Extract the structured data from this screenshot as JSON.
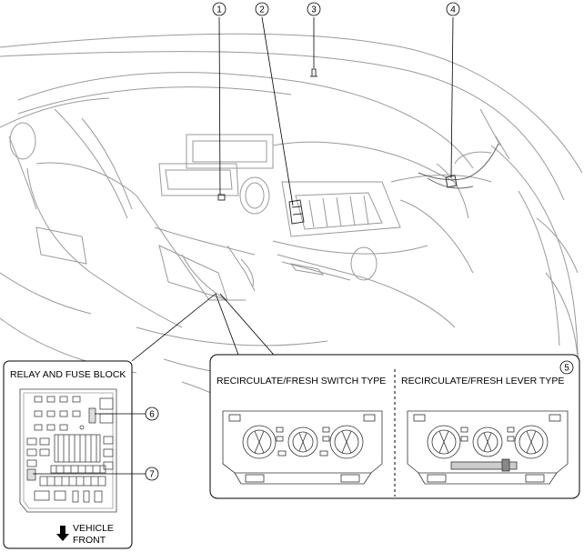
{
  "callouts": [
    {
      "id": "1",
      "text": "1"
    },
    {
      "id": "2",
      "text": "2"
    },
    {
      "id": "3",
      "text": "3"
    },
    {
      "id": "4",
      "text": "4"
    },
    {
      "id": "5",
      "text": "5"
    },
    {
      "id": "6",
      "text": "6"
    },
    {
      "id": "7",
      "text": "7"
    }
  ],
  "relay_box": {
    "title": "RELAY AND FUSE BLOCK",
    "direction_line1": "VEHICLE",
    "direction_line2": "FRONT"
  },
  "control_box": {
    "switch_type_label": "RECIRCULATE/FRESH SWITCH TYPE",
    "lever_type_label": "RECIRCULATE/FRESH LEVER TYPE"
  }
}
